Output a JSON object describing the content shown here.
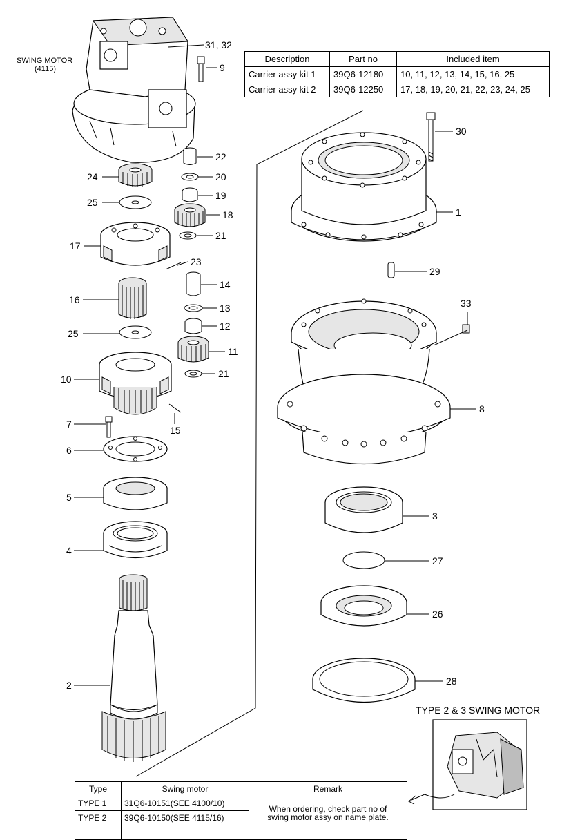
{
  "swing_motor_label": {
    "line1": "SWING MOTOR",
    "line2": "(4115)"
  },
  "type23_label": "TYPE 2 & 3 SWING MOTOR",
  "kit_table": {
    "headers": [
      "Description",
      "Part no",
      "Included item"
    ],
    "rows": [
      [
        "Carrier assy kit 1",
        "39Q6-12180",
        "10, 11, 12, 13, 14, 15, 16, 25"
      ],
      [
        "Carrier assy kit 2",
        "39Q6-12250",
        "17, 18, 19, 20, 21, 22, 23, 24, 25"
      ]
    ]
  },
  "type_table": {
    "headers": [
      "Type",
      "Swing motor",
      "Remark"
    ],
    "rows": [
      [
        "TYPE 1",
        "31Q6-10151(SEE 4100/10)"
      ],
      [
        "TYPE 2",
        "39Q6-10150(SEE 4115/16)"
      ]
    ],
    "remark_line1": "When ordering, check part no of",
    "remark_line2": "swing motor assy on name plate."
  },
  "callouts": {
    "c1": "1",
    "c2": "2",
    "c3": "3",
    "c4": "4",
    "c5": "5",
    "c6": "6",
    "c7": "7",
    "c8": "8",
    "c9": "9",
    "c10": "10",
    "c11": "11",
    "c12": "12",
    "c13": "13",
    "c14": "14",
    "c15": "15",
    "c16": "16",
    "c17": "17",
    "c18": "18",
    "c19": "19",
    "c20": "20",
    "c21a": "21",
    "c21b": "21",
    "c22": "22",
    "c23": "23",
    "c24": "24",
    "c25a": "25",
    "c25b": "25",
    "c26": "26",
    "c27": "27",
    "c28": "28",
    "c29": "29",
    "c30": "30",
    "c3132": "31, 32",
    "c33": "33"
  }
}
